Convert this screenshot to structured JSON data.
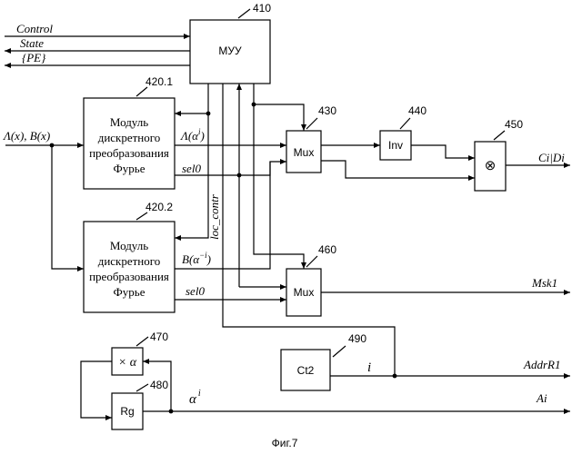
{
  "blocks": {
    "muu": {
      "number": "410",
      "label": "МУУ"
    },
    "dft1": {
      "number": "420.1",
      "lines": [
        "Модуль",
        "дискретного",
        "преобразования",
        "Фурье"
      ]
    },
    "dft2": {
      "number": "420.2",
      "lines": [
        "Модуль",
        "дискретного",
        "преобразования",
        "Фурье"
      ]
    },
    "mux1": {
      "number": "430",
      "label": "Mux"
    },
    "inv": {
      "number": "440",
      "label": "Inv"
    },
    "mult": {
      "number": "450",
      "label": "⊗"
    },
    "mux2": {
      "number": "460",
      "label": "Mux"
    },
    "mul_alpha": {
      "number": "470",
      "label": "× α"
    },
    "rg": {
      "number": "480",
      "label": "Rg"
    },
    "ct2": {
      "number": "490",
      "label": "Ct2"
    }
  },
  "signals": {
    "control": "Control",
    "state": "State",
    "pe": "{PE}",
    "input": "Λ(x), B(x)",
    "lambda_out": "Λ(α",
    "lambda_sup": "i",
    "lambda_close": ")",
    "b_out": "B(α",
    "b_sup": "−i",
    "b_close": ")",
    "sel0_1": "sel0",
    "sel0_2": "sel0",
    "loc_contr": "loc_contr",
    "cd_out": "Ci|Di",
    "msk": "Msk1",
    "i_label": "i",
    "addr": "AddrR1",
    "alpha_i": "α",
    "alpha_sup": "i",
    "a_out": "Ai"
  },
  "caption": "Фиг.7"
}
